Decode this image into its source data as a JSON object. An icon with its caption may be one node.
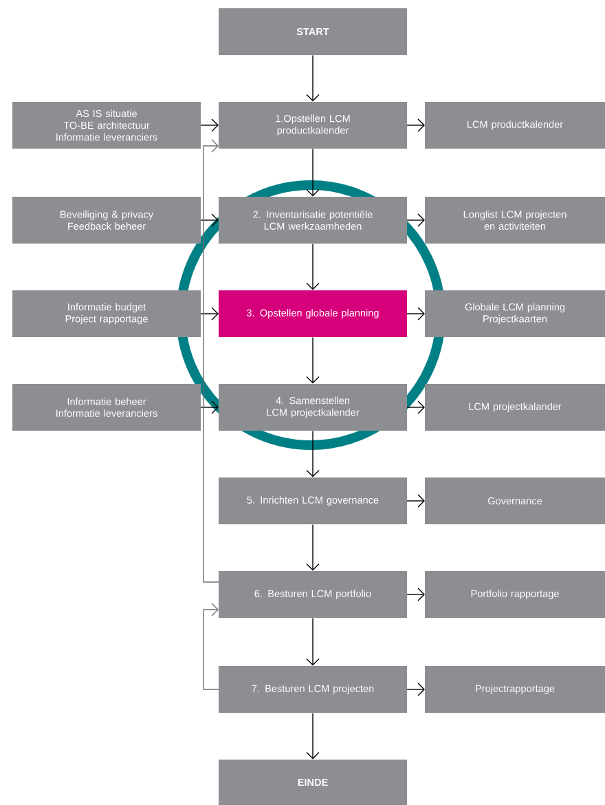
{
  "diagram": {
    "nodes": [
      {
        "text": [
          "START"
        ]
      },
      {
        "text": [
          "AS IS situatie",
          "TO-BE architectuur",
          "Informatie leveranciers"
        ]
      },
      {
        "text": [
          "1.Opstellen LCM productkalender"
        ]
      },
      {
        "text": [
          "LCM productkalender"
        ]
      },
      {
        "text": [
          "Beveiliging & privacy",
          "Feedback beheer"
        ]
      },
      {
        "text": [
          "2. Inventarisatie potentiële LCM werkzaamheden"
        ]
      },
      {
        "text": [
          "Longlist LCM projecten en activiteiten"
        ]
      },
      {
        "text": [
          "Informatie budget",
          "Project rapportage"
        ]
      },
      {
        "text": [
          "3. Opstellen globale planning"
        ]
      },
      {
        "text": [
          "Globale LCM planning",
          "Projectkaarten"
        ]
      },
      {
        "text": [
          "Informatie beheer",
          "Informatie leveranciers"
        ]
      },
      {
        "text": [
          "4. Samenstellen LCM projectkalender"
        ]
      },
      {
        "text": [
          "LCM projectkalander"
        ]
      },
      {
        "text": [
          "5. Inrichten LCM governance"
        ]
      },
      {
        "text": [
          "Governance"
        ]
      },
      {
        "text": [
          "6. Besturen LCM portfolio"
        ]
      },
      {
        "text": [
          "Portfolio rapportage"
        ]
      },
      {
        "text": [
          "7. Besturen LCM projecten"
        ]
      },
      {
        "text": [
          "Projectrapportage"
        ]
      },
      {
        "text": [
          "EINDE"
        ]
      }
    ],
    "edges": [
      {
        "from": 0,
        "to": 2,
        "arrow": "to"
      },
      {
        "from": 2,
        "to": 5,
        "arrow": "to"
      },
      {
        "from": 5,
        "to": 8,
        "arrow": "to"
      },
      {
        "from": 8,
        "to": 11,
        "arrow": "to"
      },
      {
        "from": 11,
        "to": 13,
        "arrow": "to"
      },
      {
        "from": 13,
        "to": 15,
        "arrow": "to"
      },
      {
        "from": 15,
        "to": 17,
        "arrow": "to"
      },
      {
        "from": 17,
        "to": 19,
        "arrow": "to"
      },
      {
        "from": 1,
        "to": 2,
        "arrow": "to"
      },
      {
        "from": 4,
        "to": 5,
        "arrow": "to"
      },
      {
        "from": 7,
        "to": 8,
        "arrow": "to"
      },
      {
        "from": 10,
        "to": 11,
        "arrow": "to"
      },
      {
        "from": 2,
        "to": 3,
        "arrow": "to"
      },
      {
        "from": 5,
        "to": 6,
        "arrow": "to"
      },
      {
        "from": 8,
        "to": 9,
        "arrow": "to"
      },
      {
        "from": 11,
        "to": 12,
        "arrow": "to"
      },
      {
        "from": 13,
        "to": 14,
        "arrow": "to"
      },
      {
        "from": 15,
        "to": 16,
        "arrow": "to"
      },
      {
        "from": 17,
        "to": 18,
        "arrow": "to"
      },
      {
        "from": 15,
        "to": 2,
        "arrow": "to",
        "color": "#6d6e70"
      },
      {
        "from": 17,
        "to": 15,
        "arrow": "to",
        "color": "#6d6e70"
      }
    ]
  }
}
